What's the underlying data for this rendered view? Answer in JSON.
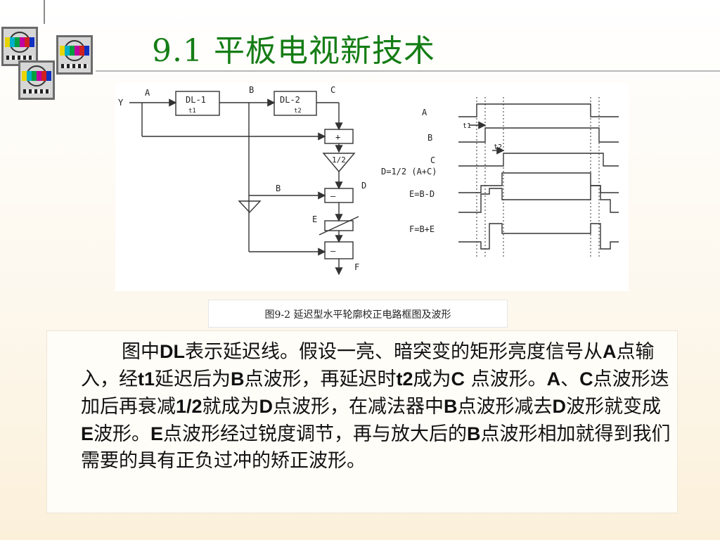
{
  "title": "9.1 平板电视新技术",
  "caption": "图9-2 延迟型水平轮廓校正电路框图及波形",
  "diagram": {
    "input_label": "Y",
    "node_a": "A",
    "node_b": "B",
    "node_c": "C",
    "node_d": "D",
    "node_e": "E",
    "output_label": "F",
    "block_dl1": "DL-1",
    "block_dl1_sub": "t1",
    "block_dl2": "DL-2",
    "block_dl2_sub": "t2",
    "adder_symbol": "+",
    "half_label": "1/2",
    "subtract_symbol": "—",
    "branch_b_label": "B"
  },
  "waveforms": {
    "label_a": "A",
    "label_b": "B",
    "label_c": "C",
    "label_d": "D=1/2 (A+C)",
    "label_e": "E=B-D",
    "label_f": "F=B+E",
    "t1": "t1",
    "t2": "t2"
  },
  "paragraph": [
    {
      "t": "图中",
      "b": false
    },
    {
      "t": "DL",
      "b": true
    },
    {
      "t": "表示延迟线。假设一亮、暗突变的矩形亮度信号从",
      "b": false
    },
    {
      "t": "A",
      "b": true
    },
    {
      "t": "点输入，经",
      "b": false
    },
    {
      "t": "t1",
      "b": true
    },
    {
      "t": "延迟后为",
      "b": false
    },
    {
      "t": "B",
      "b": true
    },
    {
      "t": "点波形，再延迟时",
      "b": false
    },
    {
      "t": "t2",
      "b": true
    },
    {
      "t": "成为",
      "b": false
    },
    {
      "t": "C",
      "b": true
    },
    {
      "t": " 点波形。",
      "b": false
    },
    {
      "t": "A",
      "b": true
    },
    {
      "t": "、",
      "b": false
    },
    {
      "t": "C",
      "b": true
    },
    {
      "t": "点波形迭加后再衰减",
      "b": false
    },
    {
      "t": "1/2",
      "b": true
    },
    {
      "t": "就成为",
      "b": false
    },
    {
      "t": "D",
      "b": true
    },
    {
      "t": "点波形，在减法器中",
      "b": false
    },
    {
      "t": "B",
      "b": true
    },
    {
      "t": "点波形减去",
      "b": false
    },
    {
      "t": "D",
      "b": true
    },
    {
      "t": "波形就变成",
      "b": false
    },
    {
      "t": "E",
      "b": true
    },
    {
      "t": "波形。",
      "b": false
    },
    {
      "t": "E",
      "b": true
    },
    {
      "t": "点波形经过锐度调节，再与放大后的",
      "b": false
    },
    {
      "t": "B",
      "b": true
    },
    {
      "t": "点波形相加就得到我们需要的具有正负过冲的矫正波形。",
      "b": false
    }
  ],
  "colors": {
    "title": "#157d15",
    "line": "#333333"
  }
}
